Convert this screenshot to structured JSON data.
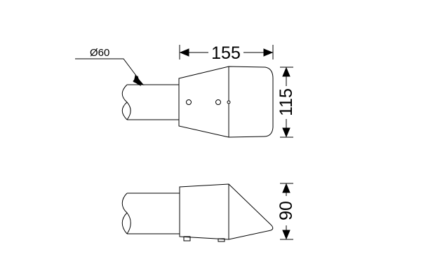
{
  "dimensions": {
    "pipe_diameter": "Ø60",
    "length": "155",
    "height_top_view": "115",
    "height_side_view": "90"
  },
  "colors": {
    "line": "#000000",
    "background": "#ffffff"
  }
}
